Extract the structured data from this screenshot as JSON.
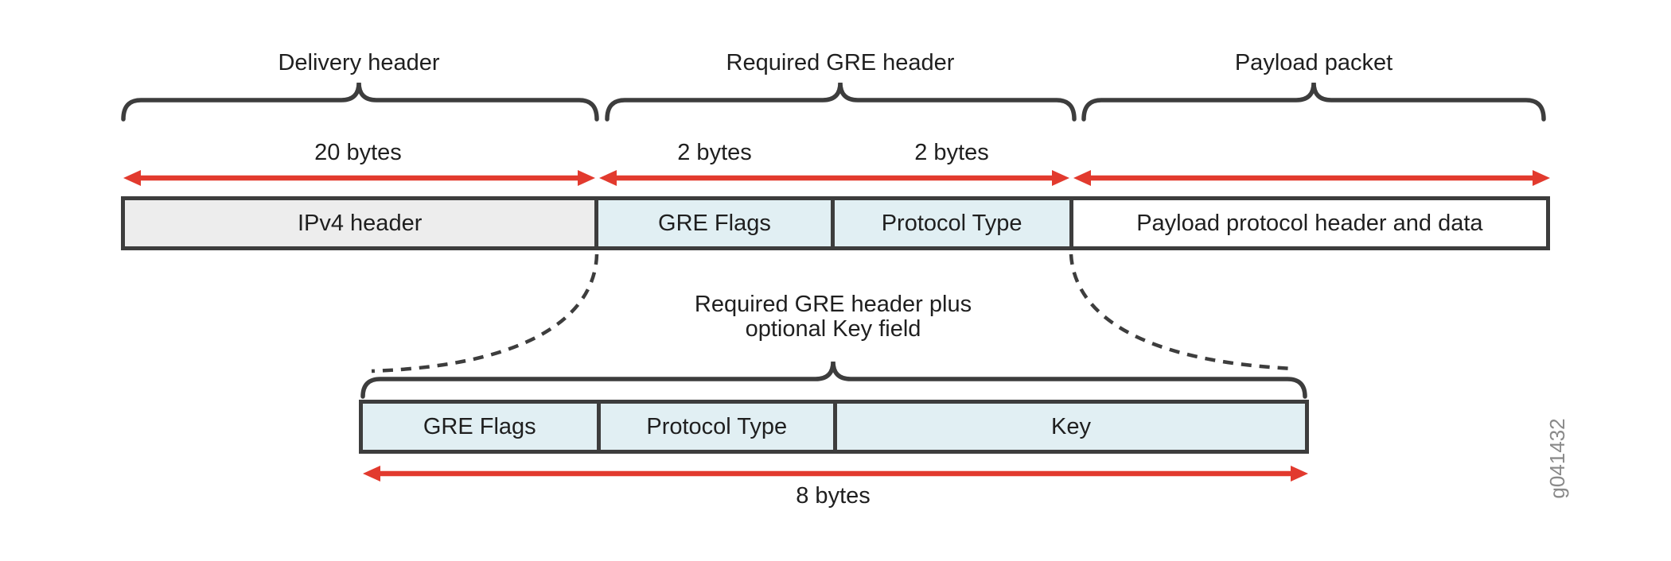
{
  "colors": {
    "accent_red": "#e23a2e",
    "line_dark": "#3d3d3d",
    "box_fill_gray": "#ededed",
    "box_fill_blue": "#e1eff3",
    "box_fill_white": "#ffffff",
    "text_dark": "#1f1f1f",
    "watermark_gray": "#8a8a8a",
    "background": "#ffffff"
  },
  "top_row": {
    "section_labels": [
      {
        "label": "Delivery header"
      },
      {
        "label": "Required GRE header"
      },
      {
        "label": "Payload packet"
      }
    ],
    "size_labels": [
      {
        "label": "20 bytes"
      },
      {
        "label": "2 bytes"
      },
      {
        "label": "2 bytes"
      }
    ],
    "boxes": [
      {
        "label": "IPv4 header"
      },
      {
        "label": "GRE Flags"
      },
      {
        "label": "Protocol Type"
      },
      {
        "label": "Payload protocol header and data"
      }
    ]
  },
  "bottom_row": {
    "note": [
      "Required GRE header plus",
      "optional Key field"
    ],
    "boxes": [
      {
        "label": "GRE Flags"
      },
      {
        "label": "Protocol Type"
      },
      {
        "label": "Key"
      }
    ],
    "size_label": "8 bytes"
  },
  "watermark": "g041432"
}
